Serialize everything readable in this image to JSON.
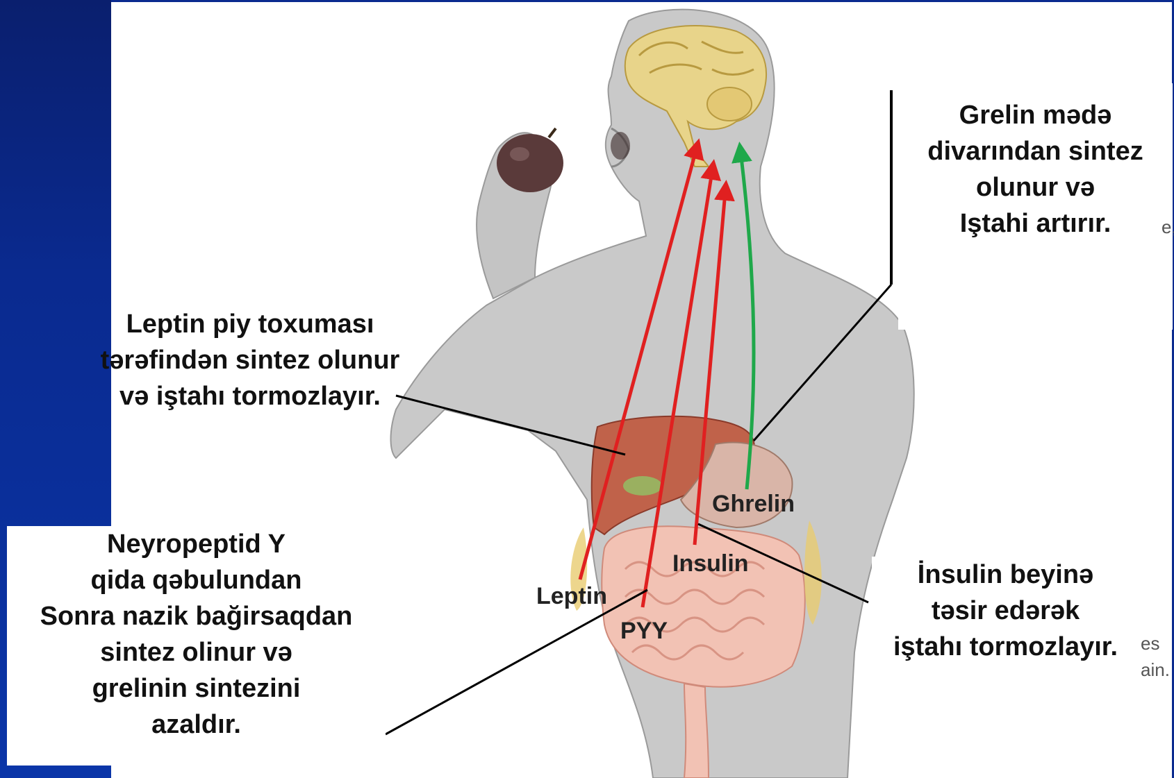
{
  "labels": {
    "ghrelin": "Ghrelin",
    "insulin": "Insulin",
    "leptin": "Leptin",
    "pyy": "PYY"
  },
  "boxes": {
    "grelin": [
      "Grelin mədə",
      "divarından sintez",
      "olunur və",
      "Iştahi artırır."
    ],
    "leptin": [
      "Leptin piy toxuması",
      "tərəfindən sintez olunur",
      "və iştahı tormozlayır."
    ],
    "npy": [
      "Neyropeptid Y",
      "qida qəbulundan",
      "Sonra nazik bağirsaqdan",
      "sintez olinur və",
      "grelinin sintezini",
      "azaldır."
    ],
    "insulin": [
      "İnsulin beyinə",
      "təsir edərək",
      "iştahı tormozlayır."
    ]
  },
  "cropped_fragments": [
    "e,",
    "es",
    "ain."
  ],
  "colors": {
    "background_band": "#0a2a8f",
    "arrow_red": "#e02020",
    "arrow_green": "#1fa84a",
    "skin": "#c9c9c9",
    "brain": "#e8d48a",
    "liver": "#c0624a",
    "intestine": "#f2c2b4"
  },
  "icons": [
    "brain-icon",
    "apple-icon",
    "liver-icon",
    "intestine-icon"
  ]
}
